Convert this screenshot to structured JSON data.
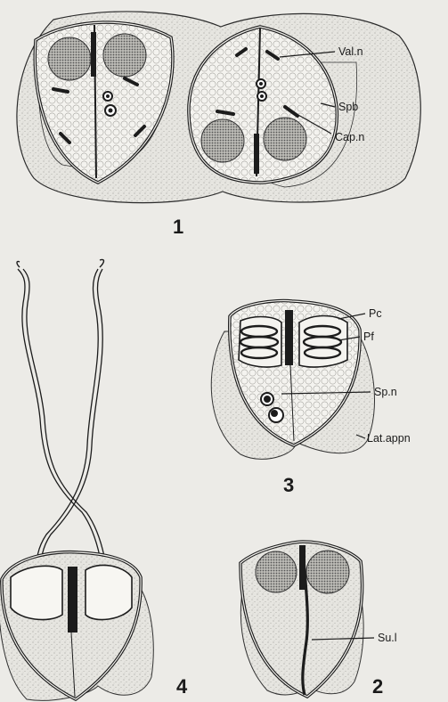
{
  "figure_numbers": {
    "fig1": "1",
    "fig2": "2",
    "fig3": "3",
    "fig4": "4"
  },
  "labels": {
    "val_n": "Val.n",
    "spb": "Spb",
    "cap_n": "Cap.n",
    "pc": "Pc",
    "pf": "Pf",
    "sp_n": "Sp.n",
    "lat_appn": "Lat.appn",
    "su_l": "Su.l"
  },
  "colors": {
    "background": "#ecebe7",
    "ink": "#1c1c1c",
    "stipple": "#d9d8d3",
    "cytoplasm": "#f3f2ee"
  }
}
